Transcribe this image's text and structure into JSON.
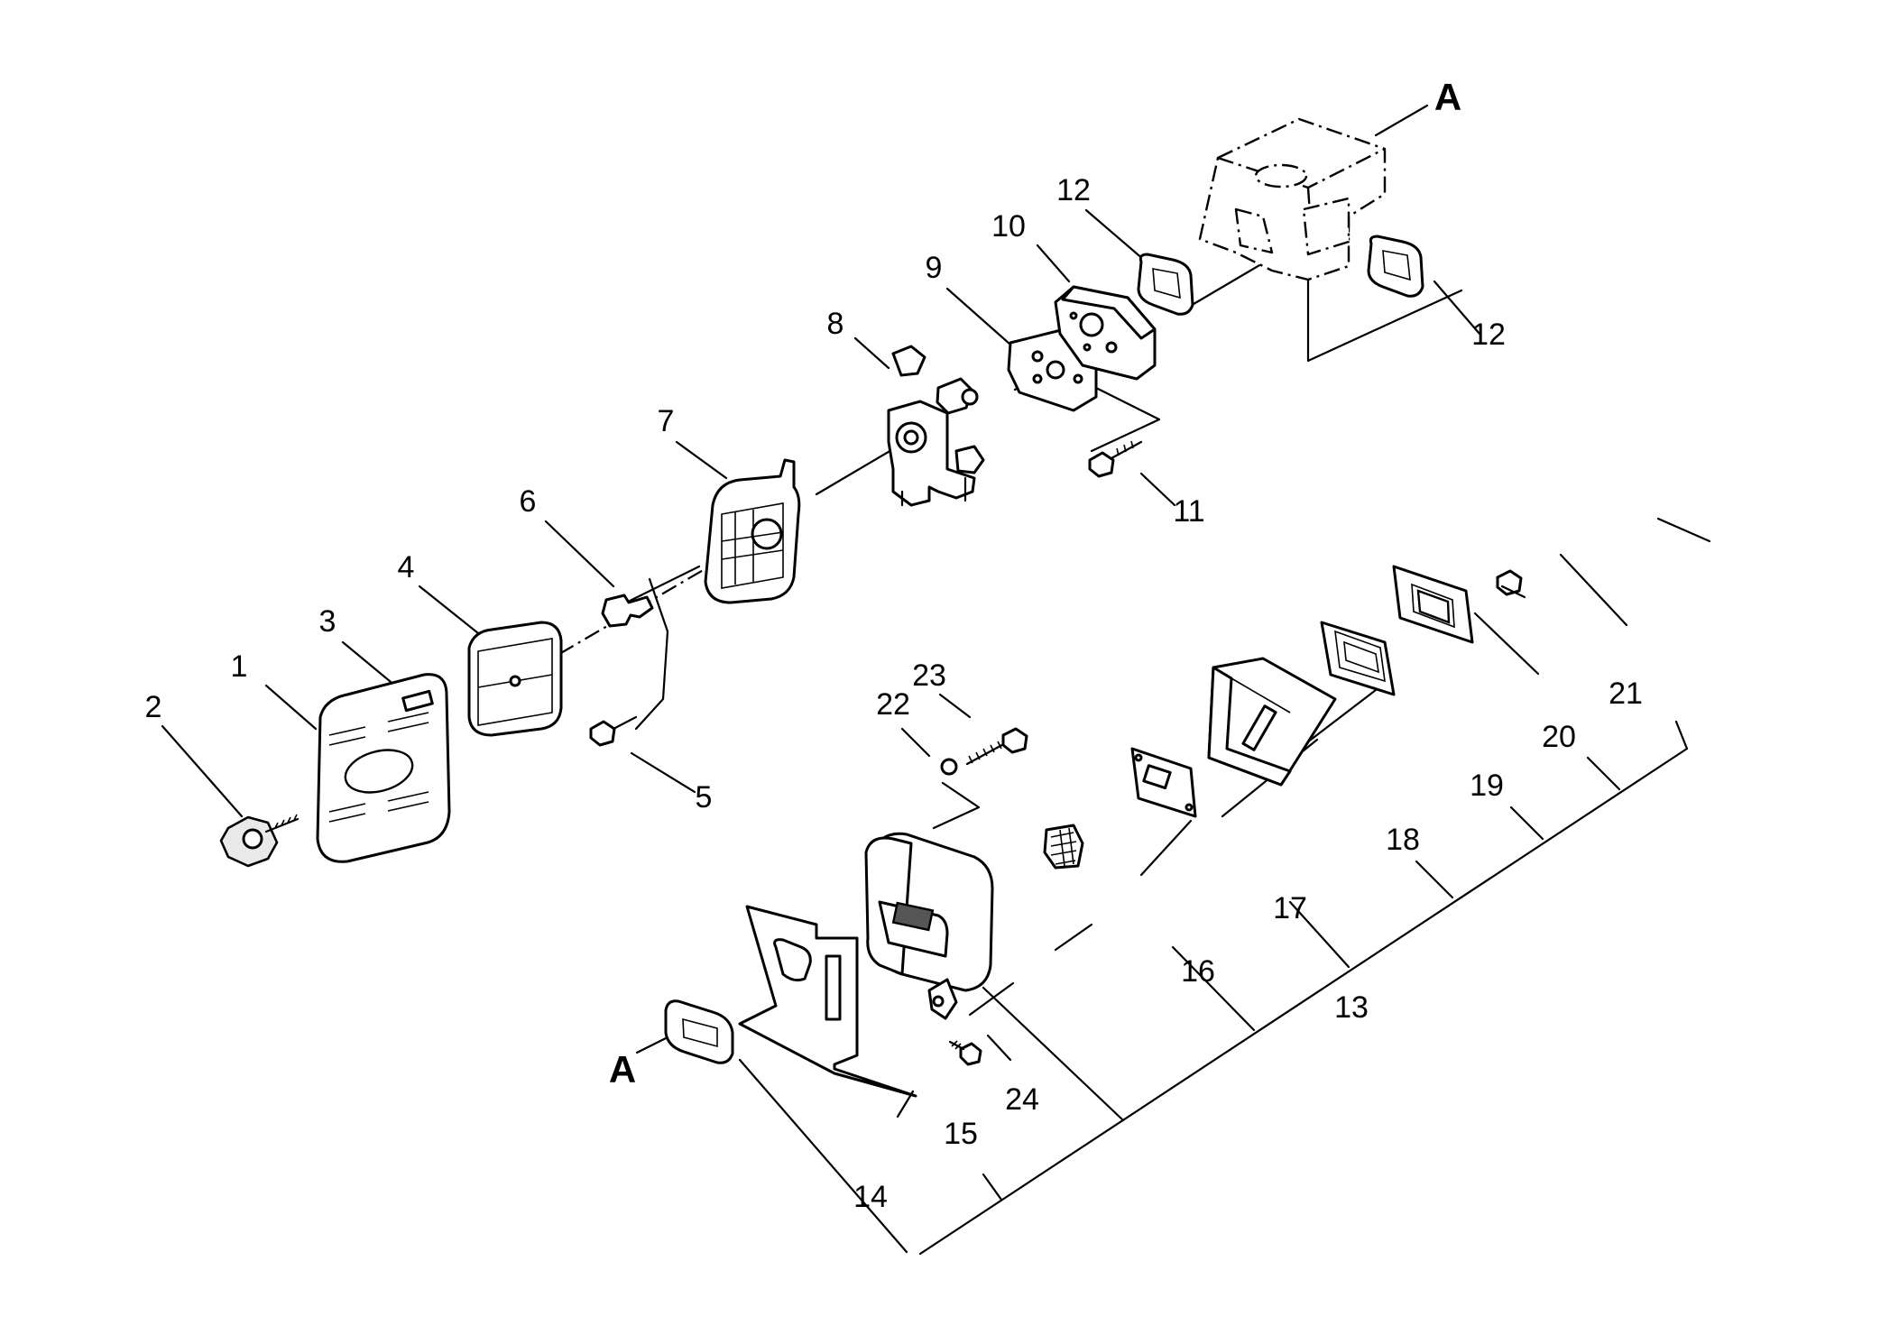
{
  "diagram": {
    "callouts": [
      "1",
      "2",
      "3",
      "4",
      "5",
      "6",
      "7",
      "8",
      "9",
      "10",
      "11",
      "12",
      "12",
      "13",
      "14",
      "15",
      "16",
      "17",
      "18",
      "19",
      "20",
      "21",
      "22",
      "23",
      "24"
    ],
    "reference_marks": [
      "A",
      "A"
    ]
  }
}
